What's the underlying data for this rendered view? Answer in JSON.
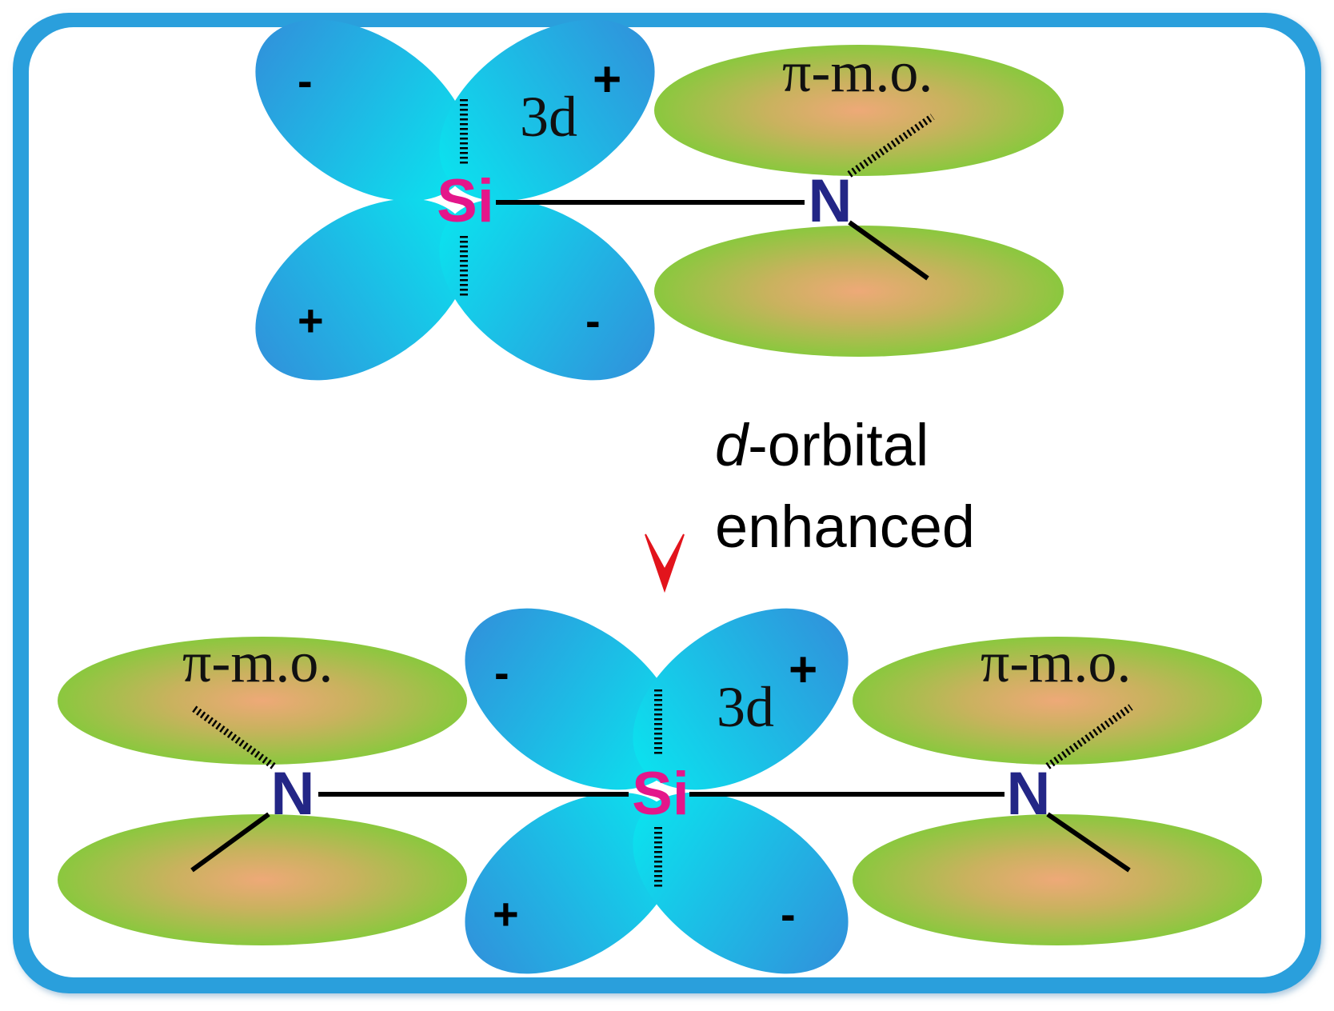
{
  "colors": {
    "frame": "#2a9fdc",
    "lobe_light": "#0ce0ee",
    "lobe_dark": "#2f95dc",
    "mo_center": "#eea978",
    "mo_edge": "#8ac83e",
    "silicon": "#e4168a",
    "nitrogen": "#232686",
    "arrow": "#e2141c"
  },
  "top": {
    "si_label": "Si",
    "n_label": "N",
    "orbital_label": "3d",
    "orbital_sign": "+",
    "mo_label": "π-m.o.",
    "signs": {
      "upper_left": "-",
      "lower_left": "+",
      "lower_right": "-"
    }
  },
  "arrow": {
    "label_italic": "d",
    "label_rest": "-orbital",
    "label_line2": "enhanced"
  },
  "bottom": {
    "si_label": "Si",
    "n_left_label": "N",
    "n_right_label": "N",
    "orbital_label": "3d",
    "orbital_sign": "+",
    "mo_left_label": "π-m.o.",
    "mo_right_label": "π-m.o.",
    "signs": {
      "upper_left": "-",
      "lower_left": "+",
      "lower_right": "-"
    }
  }
}
